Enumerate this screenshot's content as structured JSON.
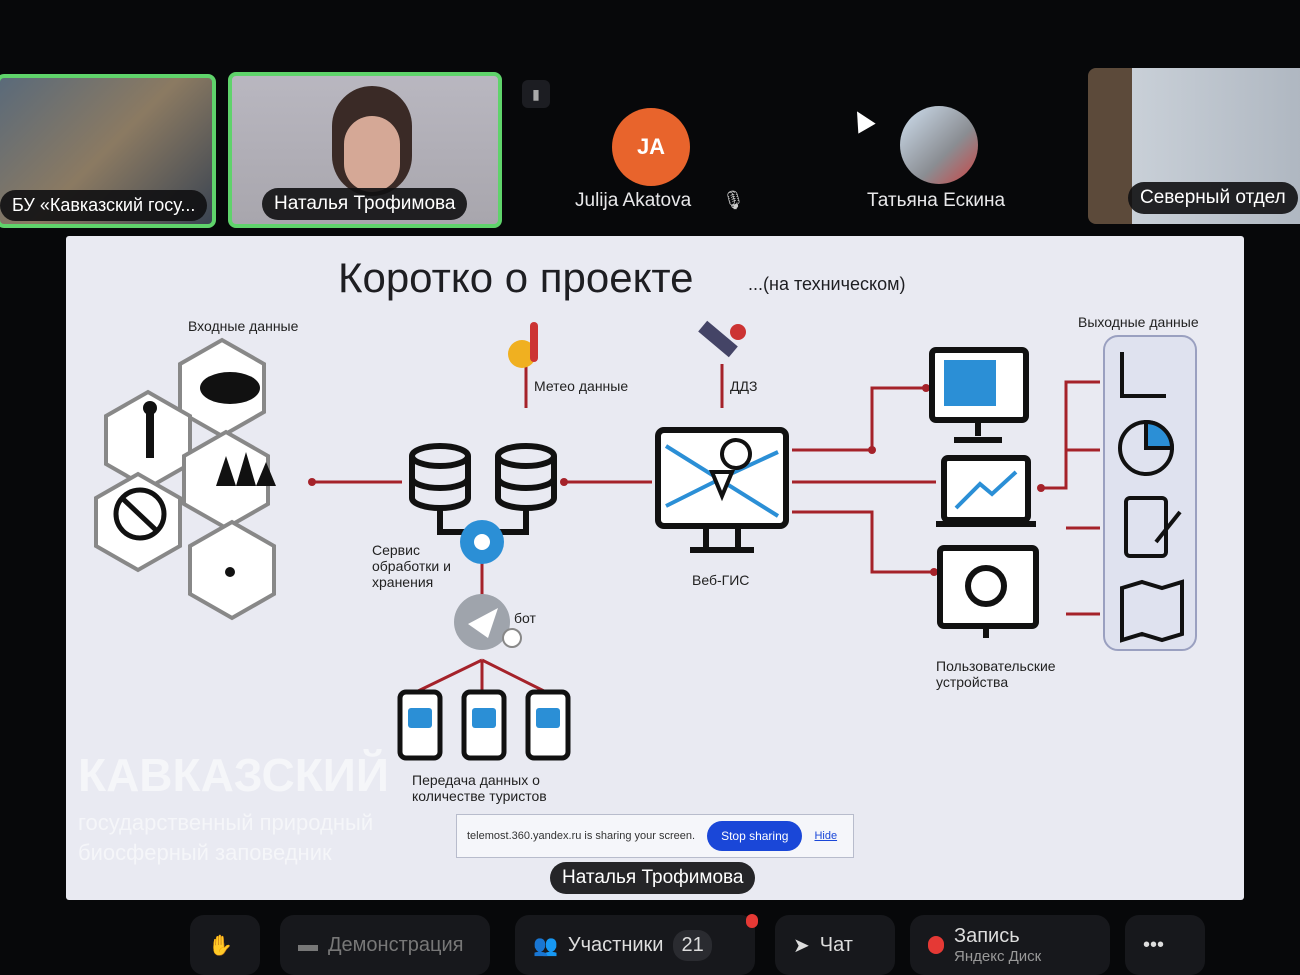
{
  "participants": [
    {
      "name": "БУ «Кавказский госу...",
      "active": true
    },
    {
      "name": "Наталья Трофимова",
      "active": true
    },
    {
      "name": "Julija Akatova",
      "initials": "JA",
      "muted": true,
      "avatar_color": "#e8642c"
    },
    {
      "name": "Татьяна Ескина"
    },
    {
      "name": "Северный отдел"
    }
  ],
  "slide": {
    "title": "Коротко о проекте",
    "subtitle": "...(на техническом)",
    "input_label": "Входные данные",
    "output_label": "Выходные данные",
    "meteo": "Метео данные",
    "ddz": "ДДЗ",
    "service": "Сервис обработки и хранения",
    "bot": "бот",
    "webgis": "Веб-ГИС",
    "user_devices": "Пользовательские устройства",
    "transfer": "Передача данных о количестве туристов",
    "watermark_title": "КАВКАЗСКИЙ",
    "watermark_line1": "государственный природный",
    "watermark_line2": "биосферный заповедник"
  },
  "share_bar": {
    "text": "telemost.360.yandex.ru is sharing your screen.",
    "stop": "Stop sharing",
    "hide": "Hide"
  },
  "speaker_label": "Наталья Трофимова",
  "toolbar": {
    "demo": "Демонстрация",
    "participants": "Участники",
    "participants_count": "21",
    "chat": "Чат",
    "record": "Запись",
    "record_sub": "Яндекс Диск",
    "more": "•••"
  },
  "colors": {
    "active_border": "#5fd36b",
    "arrow": "#a5222a",
    "record": "#e53935"
  }
}
